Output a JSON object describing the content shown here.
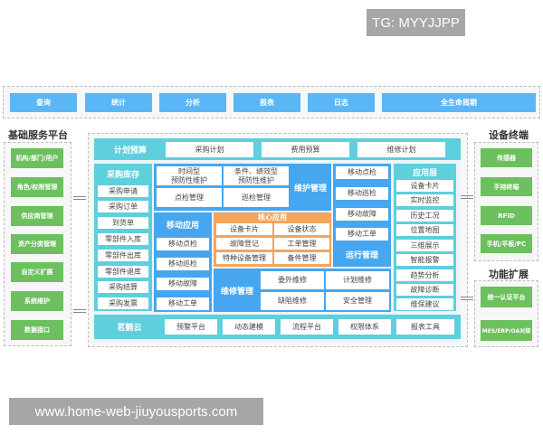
{
  "watermarks": {
    "top": "TG: MYYJJPP",
    "bottom": "www.home-web-jiuyousports.com"
  },
  "colors": {
    "top_button": "#5bb6f6",
    "green": "#6cc05d",
    "teal": "#5ecfdc",
    "blue": "#46a6f0",
    "orange": "#f5a45a"
  },
  "top_bar": {
    "items": [
      "查询",
      "统计",
      "分析",
      "报表",
      "日志",
      "全生命周期"
    ]
  },
  "left_panel": {
    "title": "基础服务平台",
    "items": [
      "机构/部门/用户",
      "角色/权限管理",
      "供应商管理",
      "资产分类管理",
      "自定义扩展",
      "系统维护",
      "数据接口"
    ]
  },
  "center": {
    "plan_budget": {
      "label": "计划预算",
      "items": [
        "采购计划",
        "费用预算",
        "维修计划"
      ]
    },
    "purchase_inventory": {
      "label": "采购库存",
      "items": [
        "采购申请",
        "采购订单",
        "到货单",
        "零部件入库",
        "零部件出库",
        "零部件退库",
        "采购结算",
        "采购发票"
      ]
    },
    "maintenance_mgmt": {
      "label": "维护管理",
      "items": [
        "时间型\n预防性维护",
        "条件、绩效型\n预防性维护",
        "点检管理",
        "巡检管理"
      ]
    },
    "mobile_app": {
      "label": "移动应用",
      "items": [
        "移动点检",
        "移动巡检",
        "移动故障",
        "移动工单"
      ]
    },
    "core_app": {
      "label": "核心应用",
      "items": [
        "设备卡片",
        "设备状态",
        "故障登记",
        "工单管理",
        "特种设备管理",
        "备件管理"
      ]
    },
    "operation_mgmt": {
      "label": "运行管理",
      "items": [
        "移动点检",
        "移动巡检",
        "移动故障",
        "移动工单"
      ]
    },
    "repair_mgmt": {
      "label": "维修管理",
      "items": [
        "委外维修",
        "计划维修",
        "缺陷维修",
        "安全管理"
      ]
    },
    "app_layer": {
      "label": "应用层",
      "items": [
        "设备卡片",
        "实时监控",
        "历史工况",
        "位置地图",
        "三维展示",
        "智能报警",
        "趋势分析",
        "故障诊断",
        "维保建议"
      ]
    },
    "cloud": {
      "label": "茗鹤云",
      "items": [
        "预警平台",
        "动态建模",
        "流程平台",
        "权限体系",
        "报表工具"
      ]
    }
  },
  "right_panel": {
    "devices_title": "设备终端",
    "devices": [
      "传感器",
      "手持终端",
      "RFID",
      "手机/平板/PC"
    ],
    "ext_title": "功能扩展",
    "ext": [
      "统一认证平台",
      "MES/ERP/OA对接"
    ]
  }
}
